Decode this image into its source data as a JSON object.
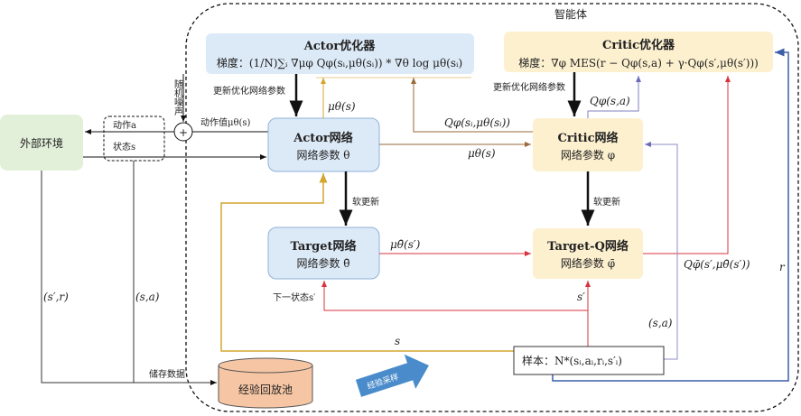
{
  "agent_label": "智能体",
  "environment": "外部环境",
  "env_io": {
    "action": "动作a",
    "state": "状态s"
  },
  "noise": "随机噪声",
  "action_value": "动作值μθ(s)",
  "actor_optimizer": {
    "title": "Actor优化器",
    "formula": "梯度：(1/N)∑ᵢ ∇μφ Qφ(sᵢ,μθ(sᵢ)) * ∇θ log μθ(sᵢ)"
  },
  "critic_optimizer": {
    "title": "Critic优化器",
    "formula": "梯度：∇φ MES(r − Qφ(s,a) + γ·Qφ(s′,μθ(s′)))"
  },
  "actor_net": {
    "title": "Actor网络",
    "params": "网络参数 θ"
  },
  "critic_net": {
    "title": "Critic网络",
    "params": "网络参数 φ"
  },
  "target_net": {
    "title": "Target网络",
    "params": "网络参数 θ̄"
  },
  "target_q_net": {
    "title": "Target-Q网络",
    "params": "网络参数 φ̄"
  },
  "labels": {
    "update_actor": "更新优化网络参数",
    "update_critic": "更新优化网络参数",
    "mu_s_up": "μθ(s)",
    "q_si": "Qφ(sᵢ,μθ(sᵢ))",
    "mu_s_right": "μθ(s)",
    "q_sa": "Qφ(s,a)",
    "soft_update_1": "软更新",
    "soft_update_2": "软更新",
    "mu_target": "μθ̄(s′)",
    "next_state": "下一状态s′",
    "s_prime": "s′",
    "q_target": "Qφ̄(s′,μθ̄(s′))",
    "r": "r",
    "sa_right": "(s,a)",
    "s_bottom": "s",
    "sr_left": "(s′,r)",
    "sa_left": "(s,a)",
    "store": "储存数据"
  },
  "sample": "样本：N*(sᵢ,aᵢ,rᵢ,s′ᵢ)",
  "replay_pool": "经验回放池",
  "sampling_arrow": "经验采样",
  "colors": {
    "blue_box": "#dce9f6",
    "cream_box": "#fdf0cf",
    "green_box": "#e2efd9",
    "pool": "#f6c6a4",
    "red": "#d9323c",
    "yellow": "#d4a530",
    "brown": "#9a6a3a",
    "purple": "#7f7fc0",
    "navy": "#3a5ea8"
  }
}
